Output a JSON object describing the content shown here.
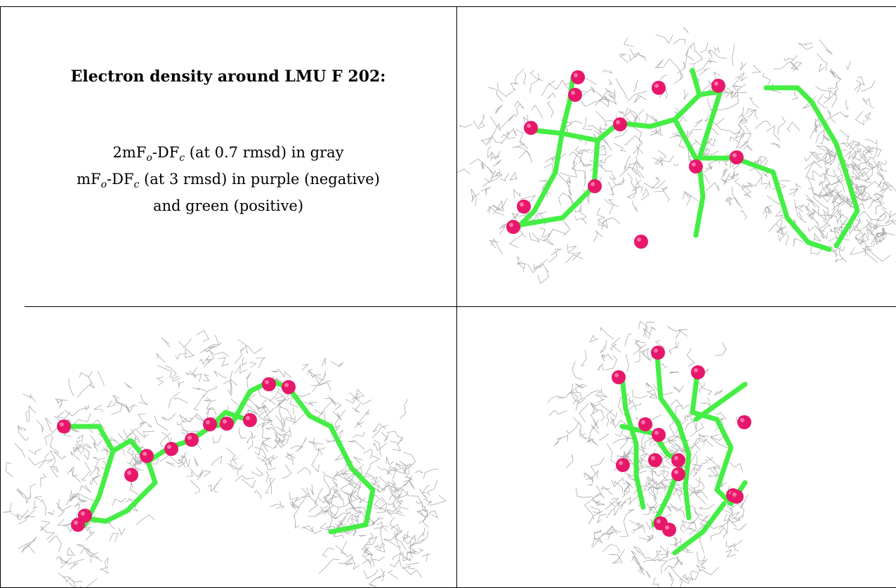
{
  "title": "Electron density around LMU F 202:",
  "legend": {
    "line1": {
      "prefix": "2mF",
      "sub1": "o",
      "mid": "-DF",
      "sub2": "c",
      "suffix": " (at 0.7 rmsd) in gray"
    },
    "line2": {
      "prefix": "mF",
      "sub1": "o",
      "mid": "-DF",
      "sub2": "c",
      "suffix": " (at 3 rmsd) in purple (negative)"
    },
    "line3": "and green (positive)"
  },
  "colors": {
    "carbon_bond": "#44ee44",
    "oxygen_atom": "#e8176b",
    "mesh": "#9a9a9a",
    "border": "#000000"
  },
  "panels": [
    {
      "name": "view-top-right",
      "mesh": "2mFo-DFc",
      "model": "LMU F 202"
    },
    {
      "name": "view-bottom-left",
      "mesh": "2mFo-DFc",
      "model": "LMU F 202"
    },
    {
      "name": "view-bottom-right",
      "mesh": "2mFo-DFc",
      "model": "LMU F 202"
    }
  ]
}
